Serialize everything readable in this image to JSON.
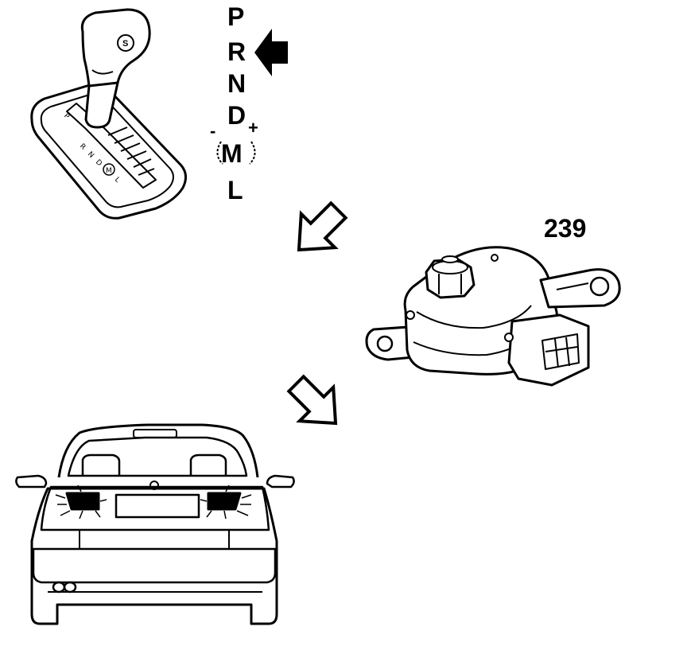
{
  "shift_pattern": {
    "gears": [
      "P",
      "R",
      "N",
      "D",
      "M",
      "L"
    ],
    "minus_label": "-",
    "plus_label": "+",
    "selected_gear": "R"
  },
  "shifter_gate_labels": [
    "P",
    "R",
    "N",
    "D",
    "M",
    "L"
  ],
  "shift_knob_badge": "S",
  "component": {
    "part_number": "239"
  },
  "colors": {
    "line": "#000000",
    "background": "#ffffff",
    "lamp_fill": "#000000"
  }
}
